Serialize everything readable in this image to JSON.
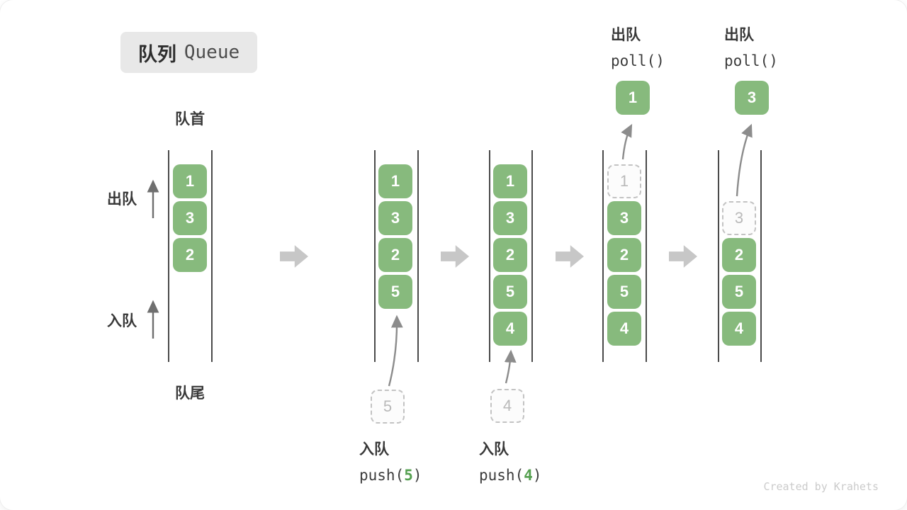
{
  "title": {
    "zh": "队列",
    "en": "Queue"
  },
  "side_labels": {
    "front": "队首",
    "rear": "队尾",
    "dequeue": "出队",
    "enqueue": "入队"
  },
  "states": [
    {
      "cells": [
        {
          "v": "1"
        },
        {
          "v": "3"
        },
        {
          "v": "2"
        }
      ]
    },
    {
      "cells": [
        {
          "v": "1"
        },
        {
          "v": "3"
        },
        {
          "v": "2"
        },
        {
          "v": "5"
        }
      ],
      "staged": "5"
    },
    {
      "cells": [
        {
          "v": "1"
        },
        {
          "v": "3"
        },
        {
          "v": "2"
        },
        {
          "v": "5"
        },
        {
          "v": "4"
        }
      ],
      "staged": "4"
    },
    {
      "cells": [
        {
          "v": "1",
          "dashed": true
        },
        {
          "v": "3"
        },
        {
          "v": "2"
        },
        {
          "v": "5"
        },
        {
          "v": "4"
        }
      ],
      "popped": "1"
    },
    {
      "cells": [
        {
          "v": "3",
          "dashed": true
        },
        {
          "v": "2"
        },
        {
          "v": "5"
        },
        {
          "v": "4"
        }
      ],
      "popped": "3"
    }
  ],
  "operations": {
    "enqueue1": {
      "label": "入队",
      "fn": "push(",
      "arg": "5",
      "close": ")"
    },
    "enqueue2": {
      "label": "入队",
      "fn": "push(",
      "arg": "4",
      "close": ")"
    },
    "dequeue1": {
      "label": "出队",
      "code": "poll()"
    },
    "dequeue2": {
      "label": "出队",
      "code": "poll()"
    }
  },
  "watermark": "Created by Krahets",
  "colors": {
    "cell_green": "#87BA7D",
    "code_green": "#55a050",
    "column_line": "#4a4a4a",
    "dashed_border": "#c3c3c3",
    "dashed_text": "#b9b9b9",
    "block_arrow": "#c7c7c7",
    "curve_arrow": "#8c8c8c",
    "label_text": "#383838",
    "title_bg": "#e8e8e8",
    "watermark_text": "#cbcbcb"
  }
}
